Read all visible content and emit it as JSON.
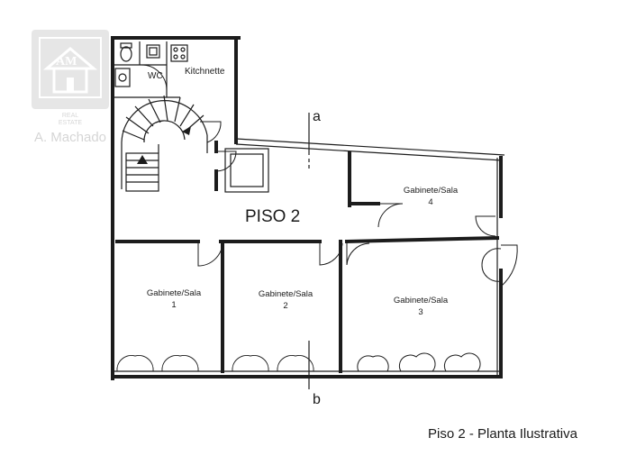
{
  "logo": {
    "line1": "REAL",
    "line2": "ESTATE",
    "brand": "A. Machado"
  },
  "plan": {
    "floor_label": "PISO 2",
    "section_top": "a",
    "section_bottom": "b",
    "rooms": {
      "wc": "WC",
      "kitchenette": "Kitchnette",
      "room1_name": "Gabinete/Sala",
      "room1_num": "1",
      "room2_name": "Gabinete/Sala",
      "room2_num": "2",
      "room3_name": "Gabinete/Sala",
      "room3_num": "3",
      "room4_name": "Gabinete/Sala",
      "room4_num": "4"
    }
  },
  "caption": "Piso 2 - Planta Ilustrativa"
}
